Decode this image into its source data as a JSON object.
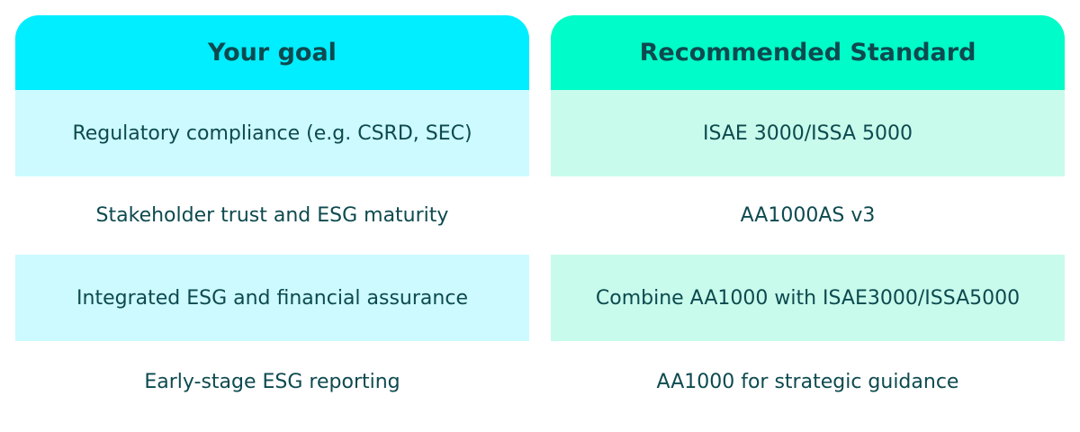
{
  "columns": [
    {
      "header": "Your goal",
      "rows": [
        "Regulatory compliance (e.g. CSRD, SEC)",
        "Stakeholder trust and ESG maturity",
        "Integrated ESG and financial assurance",
        "Early-stage ESG reporting"
      ]
    },
    {
      "header": "Recommended Standard",
      "rows": [
        "ISAE 3000/ISSA 5000",
        "AA1000AS v3",
        "Combine AA1000 with ISAE3000/ISSA5000",
        "AA1000 for strategic guidance"
      ]
    }
  ],
  "colors": {
    "left_header": "#00eeff",
    "left_shade": "#ccfaff",
    "right_header": "#00fcc8",
    "right_shade": "#c8fbec",
    "text": "#0d4a4f"
  }
}
